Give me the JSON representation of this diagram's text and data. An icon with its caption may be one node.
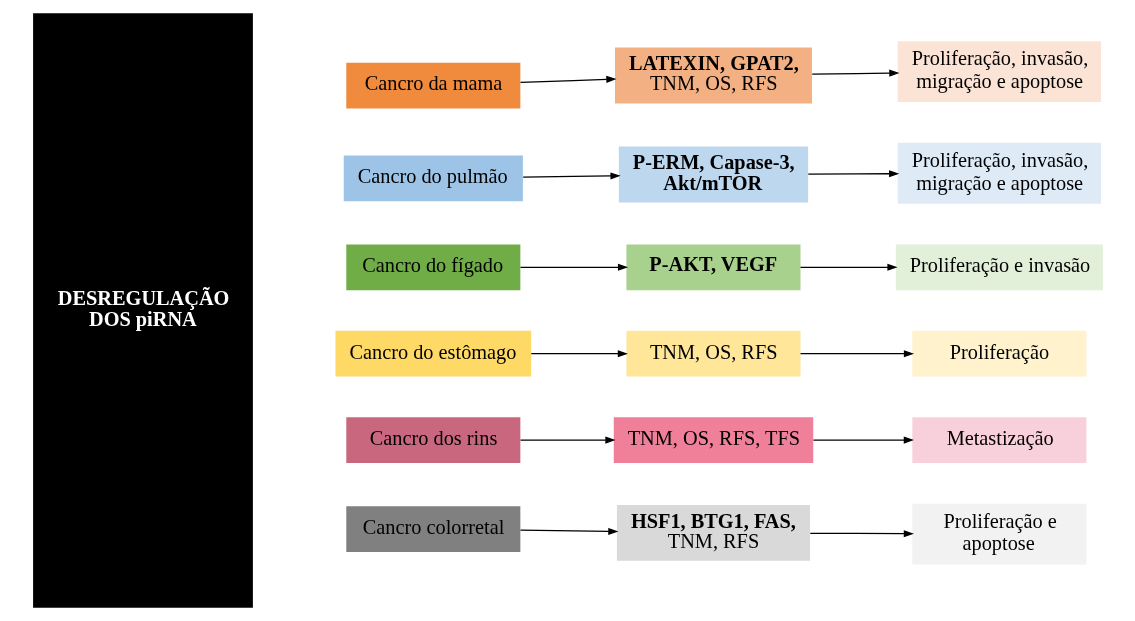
{
  "diagram": {
    "nodes": [
      {
        "text": [
          "DESREGULAÇÃO DOS piRNA"
        ]
      },
      {
        "text": [
          "Cancro da mama"
        ]
      },
      {
        "text": [
          "**LATEXIN, GPAT2,** TNM, OS, RFS"
        ]
      },
      {
        "text": [
          "Proliferação, invasão, migração e apoptose"
        ]
      },
      {
        "text": [
          "Cancro do pulmão"
        ]
      },
      {
        "text": [
          "**P-ERM, Capase-3, Akt/mTOR**"
        ]
      },
      {
        "text": [
          "Proliferação, invasão, migração e apoptose"
        ]
      },
      {
        "text": [
          "Cancro do fígado"
        ]
      },
      {
        "text": [
          "**P-AKT, VEGF**"
        ]
      },
      {
        "text": [
          "Proliferação e invasão"
        ]
      },
      {
        "text": [
          "Cancro do estômago"
        ]
      },
      {
        "text": [
          "TNM, OS, RFS"
        ]
      },
      {
        "text": [
          "Proliferação"
        ]
      },
      {
        "text": [
          "Cancro dos rins"
        ]
      },
      {
        "text": [
          "TNM, OS, RFS, TFS"
        ]
      },
      {
        "text": [
          "Metastização"
        ]
      },
      {
        "text": [
          "Cancro colorretal"
        ]
      },
      {
        "text": [
          "**HSF1, BTG1, FAS,** TNM, RFS"
        ]
      },
      {
        "text": [
          "Proliferação e apoptose"
        ]
      }
    ],
    "edges": [
      {
        "from": 1,
        "to": 2,
        "arrow": "to"
      },
      {
        "from": 2,
        "to": 3,
        "arrow": "to"
      },
      {
        "from": 4,
        "to": 5,
        "arrow": "to"
      },
      {
        "from": 5,
        "to": 6,
        "arrow": "to"
      },
      {
        "from": 7,
        "to": 8,
        "arrow": "to"
      },
      {
        "from": 8,
        "to": 9,
        "arrow": "to"
      },
      {
        "from": 10,
        "to": 11,
        "arrow": "to"
      },
      {
        "from": 11,
        "to": 12,
        "arrow": "to"
      },
      {
        "from": 13,
        "to": 14,
        "arrow": "to"
      },
      {
        "from": 14,
        "to": 15,
        "arrow": "to"
      },
      {
        "from": 16,
        "to": 17,
        "arrow": "to"
      },
      {
        "from": 17,
        "to": 18,
        "arrow": "to"
      }
    ]
  }
}
